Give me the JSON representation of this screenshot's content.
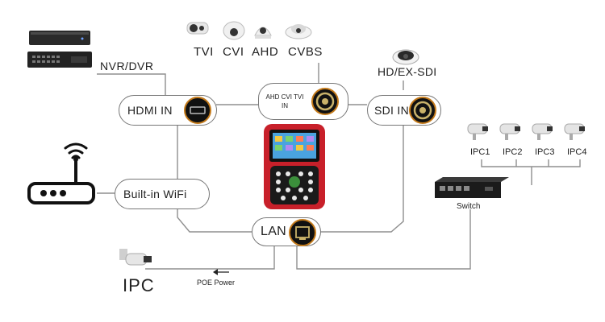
{
  "nodes": {
    "nvr_dvr": "NVR/DVR",
    "hdmi_in": "HDMI IN",
    "builtin_wifi": "Built-in WiFi",
    "ahd_cvi_tvi_in": "AHD CVI TVI IN",
    "sdi_in": "SDI IN",
    "lan": "LAN",
    "hd_ex_sdi": "HD/EX-SDI",
    "switch": "Switch",
    "ipc": "IPC",
    "poe_power": "POE Power"
  },
  "analog_cameras": [
    "TVI",
    "CVI",
    "AHD",
    "CVBS"
  ],
  "ip_cameras": [
    "IPC1",
    "IPC2",
    "IPC3",
    "IPC4"
  ],
  "icons": {
    "nvr": "recorder-icon",
    "dvr": "recorder-icon",
    "router": "wifi-router-icon",
    "tester": "cctv-tester-device-icon",
    "switch": "network-switch-icon",
    "camera": "bullet-camera-icon",
    "dome": "dome-camera-icon",
    "hdmi_port": "hdmi-port-icon",
    "bnc_port": "bnc-port-icon",
    "rj45_port": "rj45-port-icon",
    "arrow": "arrow-left-icon"
  },
  "colors": {
    "line": "#8a8a8a",
    "device_red": "#c8202a",
    "port_ring": "#c47a1a"
  }
}
